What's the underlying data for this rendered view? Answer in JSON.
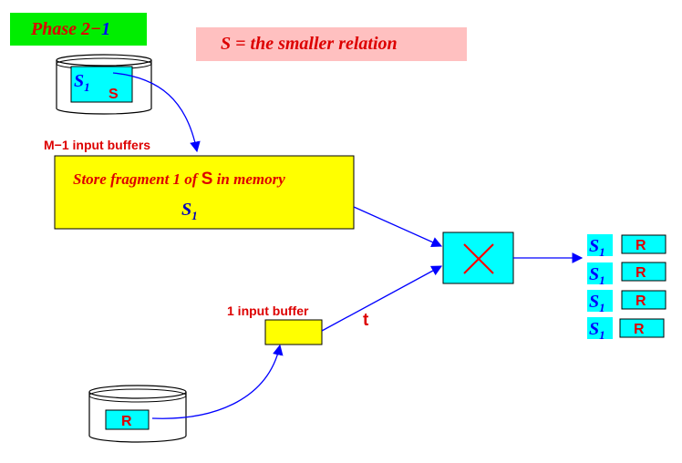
{
  "header": {
    "phase_word": "Phase ",
    "phase_num": "2",
    "phase_dash": "−",
    "phase_sub": "1",
    "relation_note": "S = the smaller relation"
  },
  "disk_s": {
    "fragment_label": "S",
    "fragment_index": "1",
    "relation_label": "S"
  },
  "buffers": {
    "m_minus_1": "M−1 input buffers",
    "one": "1 input buffer"
  },
  "memory": {
    "text_before": "Store fragment 1 of ",
    "text_s": "S",
    "text_after": " in memory",
    "fragment_label": "S",
    "fragment_index": "1"
  },
  "tuple_label": "t",
  "disk_r": {
    "relation_label": "R"
  },
  "results": [
    {
      "s": "S",
      "i": "1",
      "r": "R"
    },
    {
      "s": "S",
      "i": "1",
      "r": "R"
    },
    {
      "s": "S",
      "i": "1",
      "r": "R"
    },
    {
      "s": "S",
      "i": "1",
      "r": "R"
    }
  ],
  "colors": {
    "green": "#00ee00",
    "pink": "#ffc0c0",
    "yellow": "#ffff00",
    "cyan": "#00ffff",
    "red": "#dd0000",
    "blue": "#0000ff",
    "dark_blue": "#0000bb"
  }
}
